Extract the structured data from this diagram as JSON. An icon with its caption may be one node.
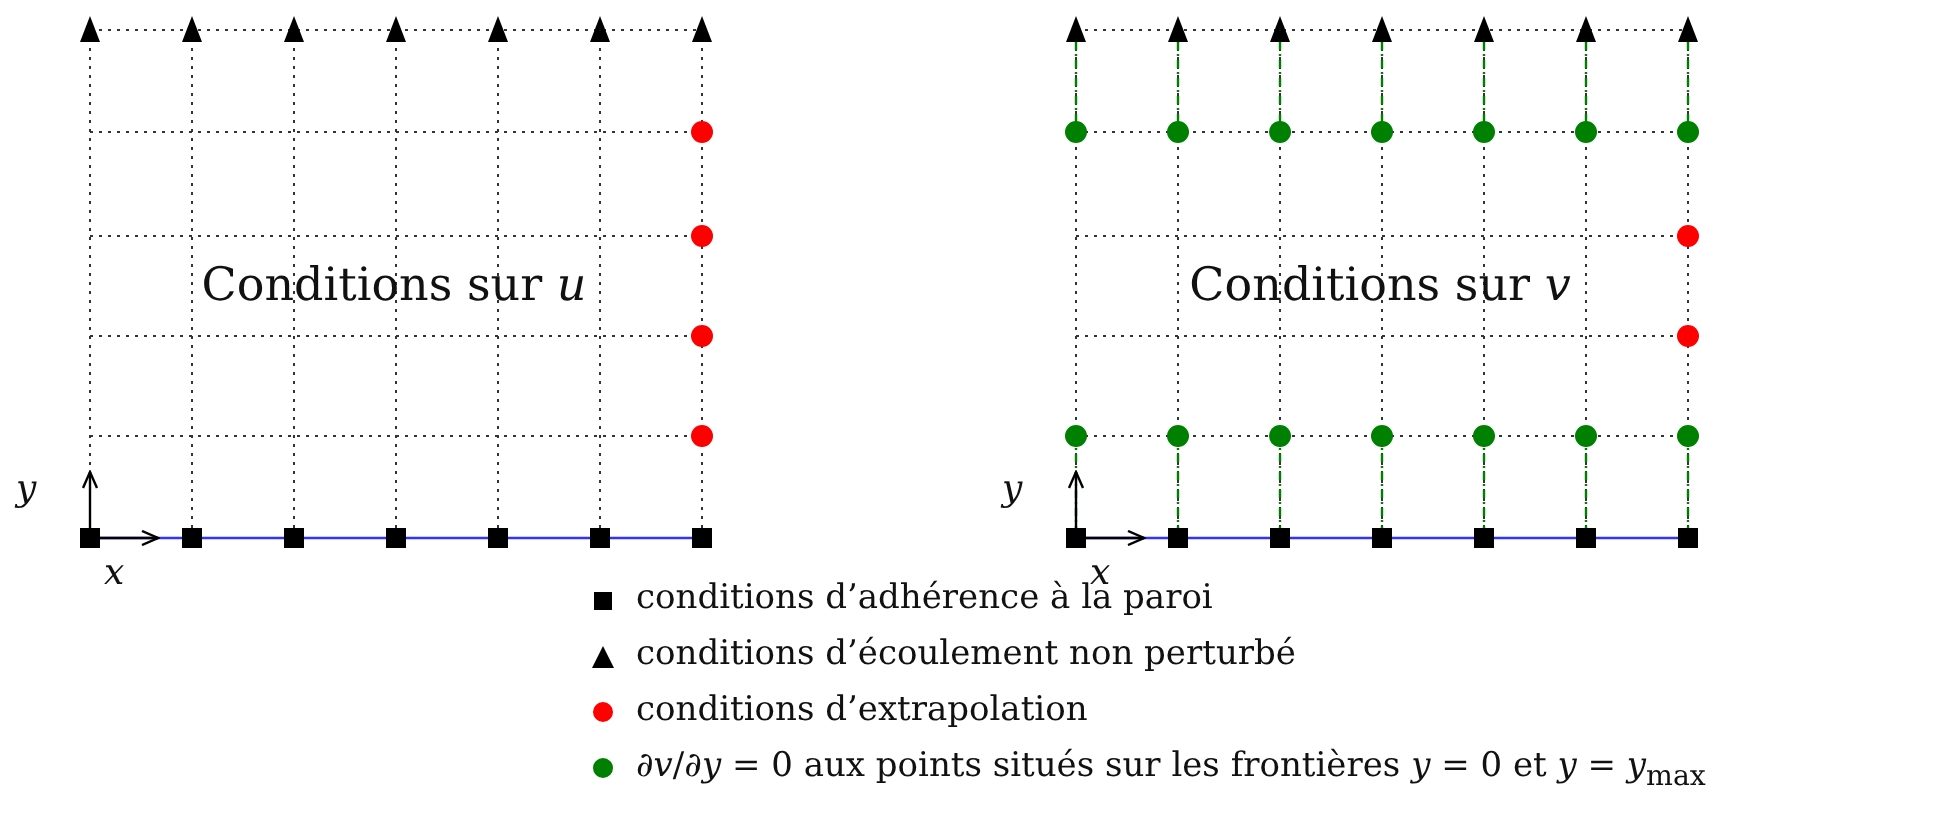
{
  "diagram": {
    "labels": [
      "Conditions sur *u*",
      "*y*",
      "*x*",
      "Conditions sur *v*",
      "*y*",
      "*x*"
    ],
    "legend": [
      {
        "text": "conditions d’adhérence à la paroi"
      },
      {
        "text": "conditions d’écoulement non perturbé"
      },
      {
        "text": "conditions d’extrapolation",
        "color": "#ff0000"
      },
      {
        "text": "∂*v*/∂*y* = 0 aux points situés sur les frontières *y* = 0 et *y* = *y*$_{max}$",
        "color": "#008000"
      }
    ]
  }
}
